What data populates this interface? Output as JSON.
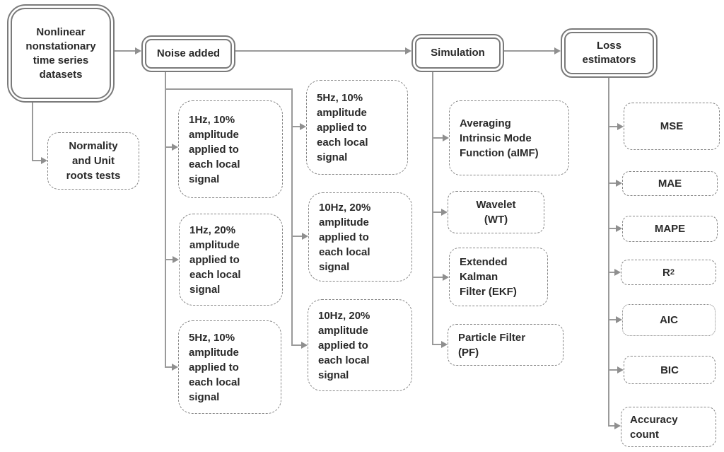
{
  "main_nodes": {
    "datasets": {
      "lines": [
        "Nonlinear",
        "nonstationary",
        "time series",
        "datasets"
      ]
    },
    "noise": {
      "label": "Noise added"
    },
    "simulation": {
      "label": "Simulation"
    },
    "loss": {
      "lines": [
        "Loss",
        "estimators"
      ]
    }
  },
  "datasets_branch": [
    {
      "lines": [
        "Normality",
        "and Unit",
        "roots tests"
      ]
    }
  ],
  "noise_branch": {
    "col1": [
      {
        "lines": [
          "1Hz, 10%",
          "amplitude",
          "applied to",
          "each local",
          "signal"
        ]
      },
      {
        "lines": [
          "1Hz, 20%",
          "amplitude",
          "applied to",
          "each local",
          "signal"
        ]
      },
      {
        "lines": [
          "5Hz, 10%",
          "amplitude",
          "applied to",
          "each local",
          "signal"
        ]
      }
    ],
    "col2": [
      {
        "lines": [
          "5Hz, 10%",
          "amplitude",
          "applied to",
          "each local",
          "signal"
        ]
      },
      {
        "lines": [
          "10Hz, 20%",
          "amplitude",
          "applied to",
          "each local",
          "signal"
        ]
      },
      {
        "lines": [
          "10Hz, 20%",
          "amplitude",
          "applied to",
          "each local",
          "signal"
        ]
      }
    ]
  },
  "simulation_branch": [
    {
      "lines": [
        "Averaging",
        "Intrinsic Mode",
        "Function (aIMF)"
      ]
    },
    {
      "lines": [
        "Wavelet",
        "(WT)"
      ]
    },
    {
      "lines": [
        "Extended",
        "Kalman",
        "Filter (EKF)"
      ]
    },
    {
      "lines": [
        "Particle Filter",
        "(PF)"
      ]
    }
  ],
  "loss_branch": [
    {
      "label": "MSE"
    },
    {
      "label": "MAE"
    },
    {
      "label": "MAPE"
    },
    {
      "base": "R",
      "exp": "2"
    },
    {
      "label": "AIC"
    },
    {
      "label": "BIC"
    },
    {
      "lines": [
        "Accuracy",
        "count"
      ]
    }
  ],
  "colors": {
    "background": "#ffffff",
    "box_border": "#7a7a7a",
    "dashed_border": "#858585",
    "line": "#9a9a9a",
    "text": "#2a2a2a"
  }
}
